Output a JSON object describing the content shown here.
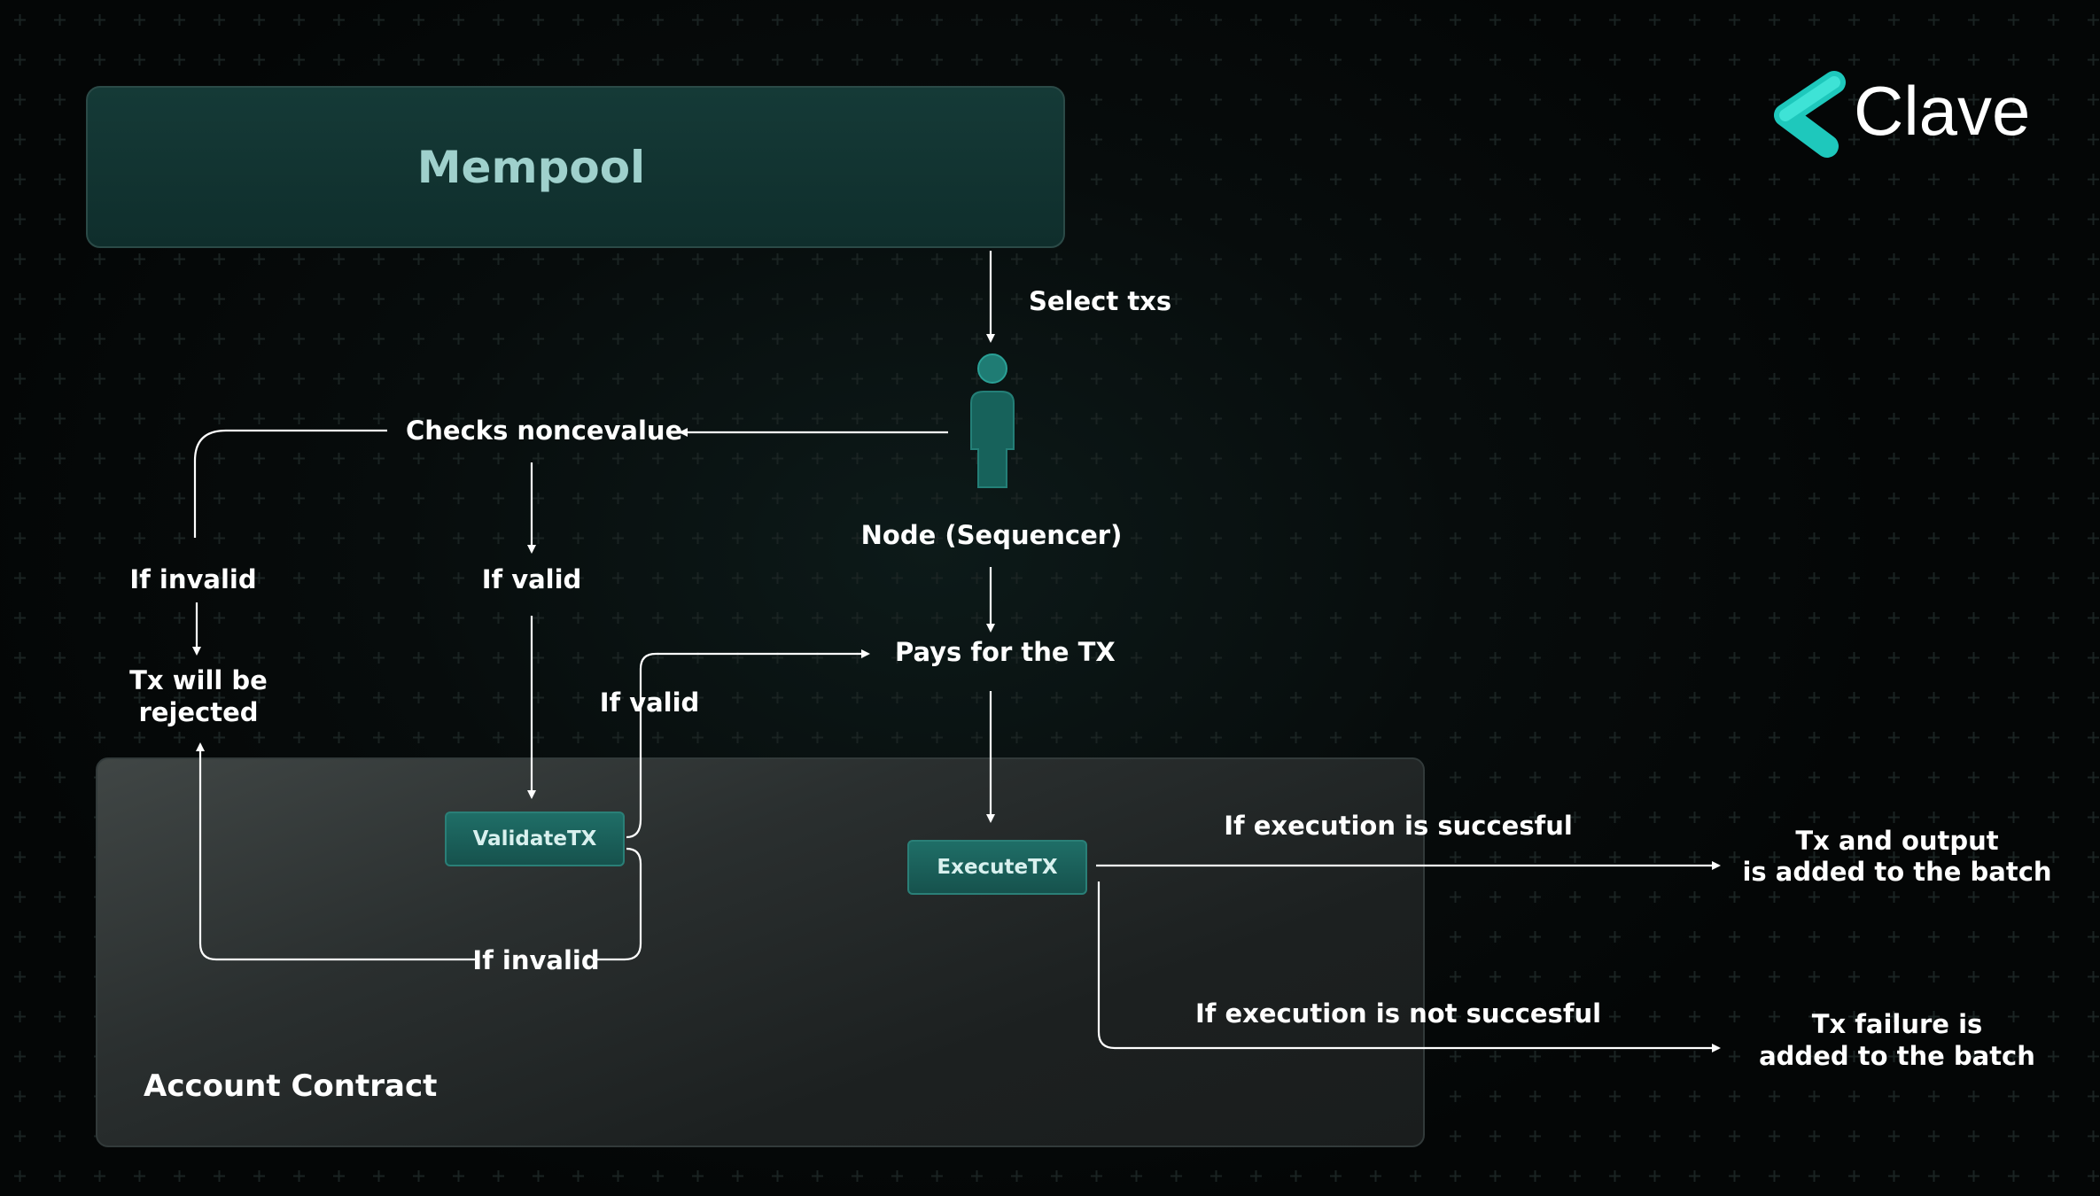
{
  "brand": {
    "name": "Clave",
    "accent": "#1fd1c4",
    "logo_icon": "chevron-left-logo-icon"
  },
  "boxes": {
    "mempool": "Mempool",
    "account_contract": "Account Contract"
  },
  "nodes": {
    "sequencer": "Node (Sequencer)",
    "sequencer_icon": "person-icon",
    "validate_tx": "ValidateTX",
    "execute_tx": "ExecuteTX"
  },
  "labels": {
    "select_txs": "Select txs",
    "checks_nonce": "Checks noncevalue",
    "if_invalid_left": "If invalid",
    "if_valid_nonce": "If valid",
    "tx_rejected_line1": "Tx will be",
    "tx_rejected_line2": "rejected",
    "if_valid_validate": "If valid",
    "pays_for_tx": "Pays for the TX",
    "if_invalid_validate": "If invalid",
    "exec_success": "If execution is succesful",
    "exec_fail": "If execution is not succesful",
    "added_batch_line1": "Tx and output",
    "added_batch_line2": "is added to the batch",
    "failure_batch_line1": "Tx failure is",
    "failure_batch_line2": "added to the batch"
  }
}
